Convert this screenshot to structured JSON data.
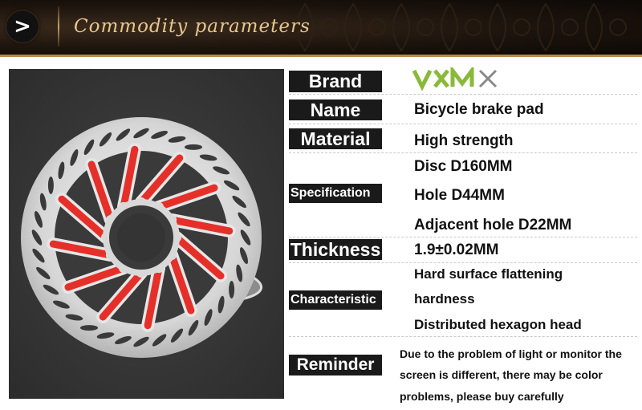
{
  "banner": {
    "title": "Commodity parameters",
    "arrow_glyph": ">"
  },
  "brand_logo": {
    "text": "VXMX",
    "colors": [
      "#8ab93a",
      "#7a7a7a"
    ]
  },
  "params": {
    "brand_label": "Brand",
    "name_label": "Name",
    "name_value": "Bicycle brake pad",
    "material_label": "Material",
    "material_value": "High strength",
    "specification_label": "Specification",
    "specification_values": [
      "Disc D160MM",
      "Hole D44MM",
      "Adjacent hole D22MM"
    ],
    "thickness_label": "Thickness",
    "thickness_value": "1.9±0.02MM",
    "characteristic_label": "Characteristic",
    "characteristic_values": [
      "Hard surface flattening",
      "hardness",
      "Distributed hexagon head"
    ],
    "reminder_label": "Reminder",
    "reminder_values": [
      "Due to the problem of light or monitor the",
      "screen is different, there may be color",
      "problems, please buy carefully"
    ]
  },
  "colors": {
    "accent_red": "#e5302a",
    "label_bg": "#1a1a1a",
    "banner_gold": "#e8c78e"
  }
}
